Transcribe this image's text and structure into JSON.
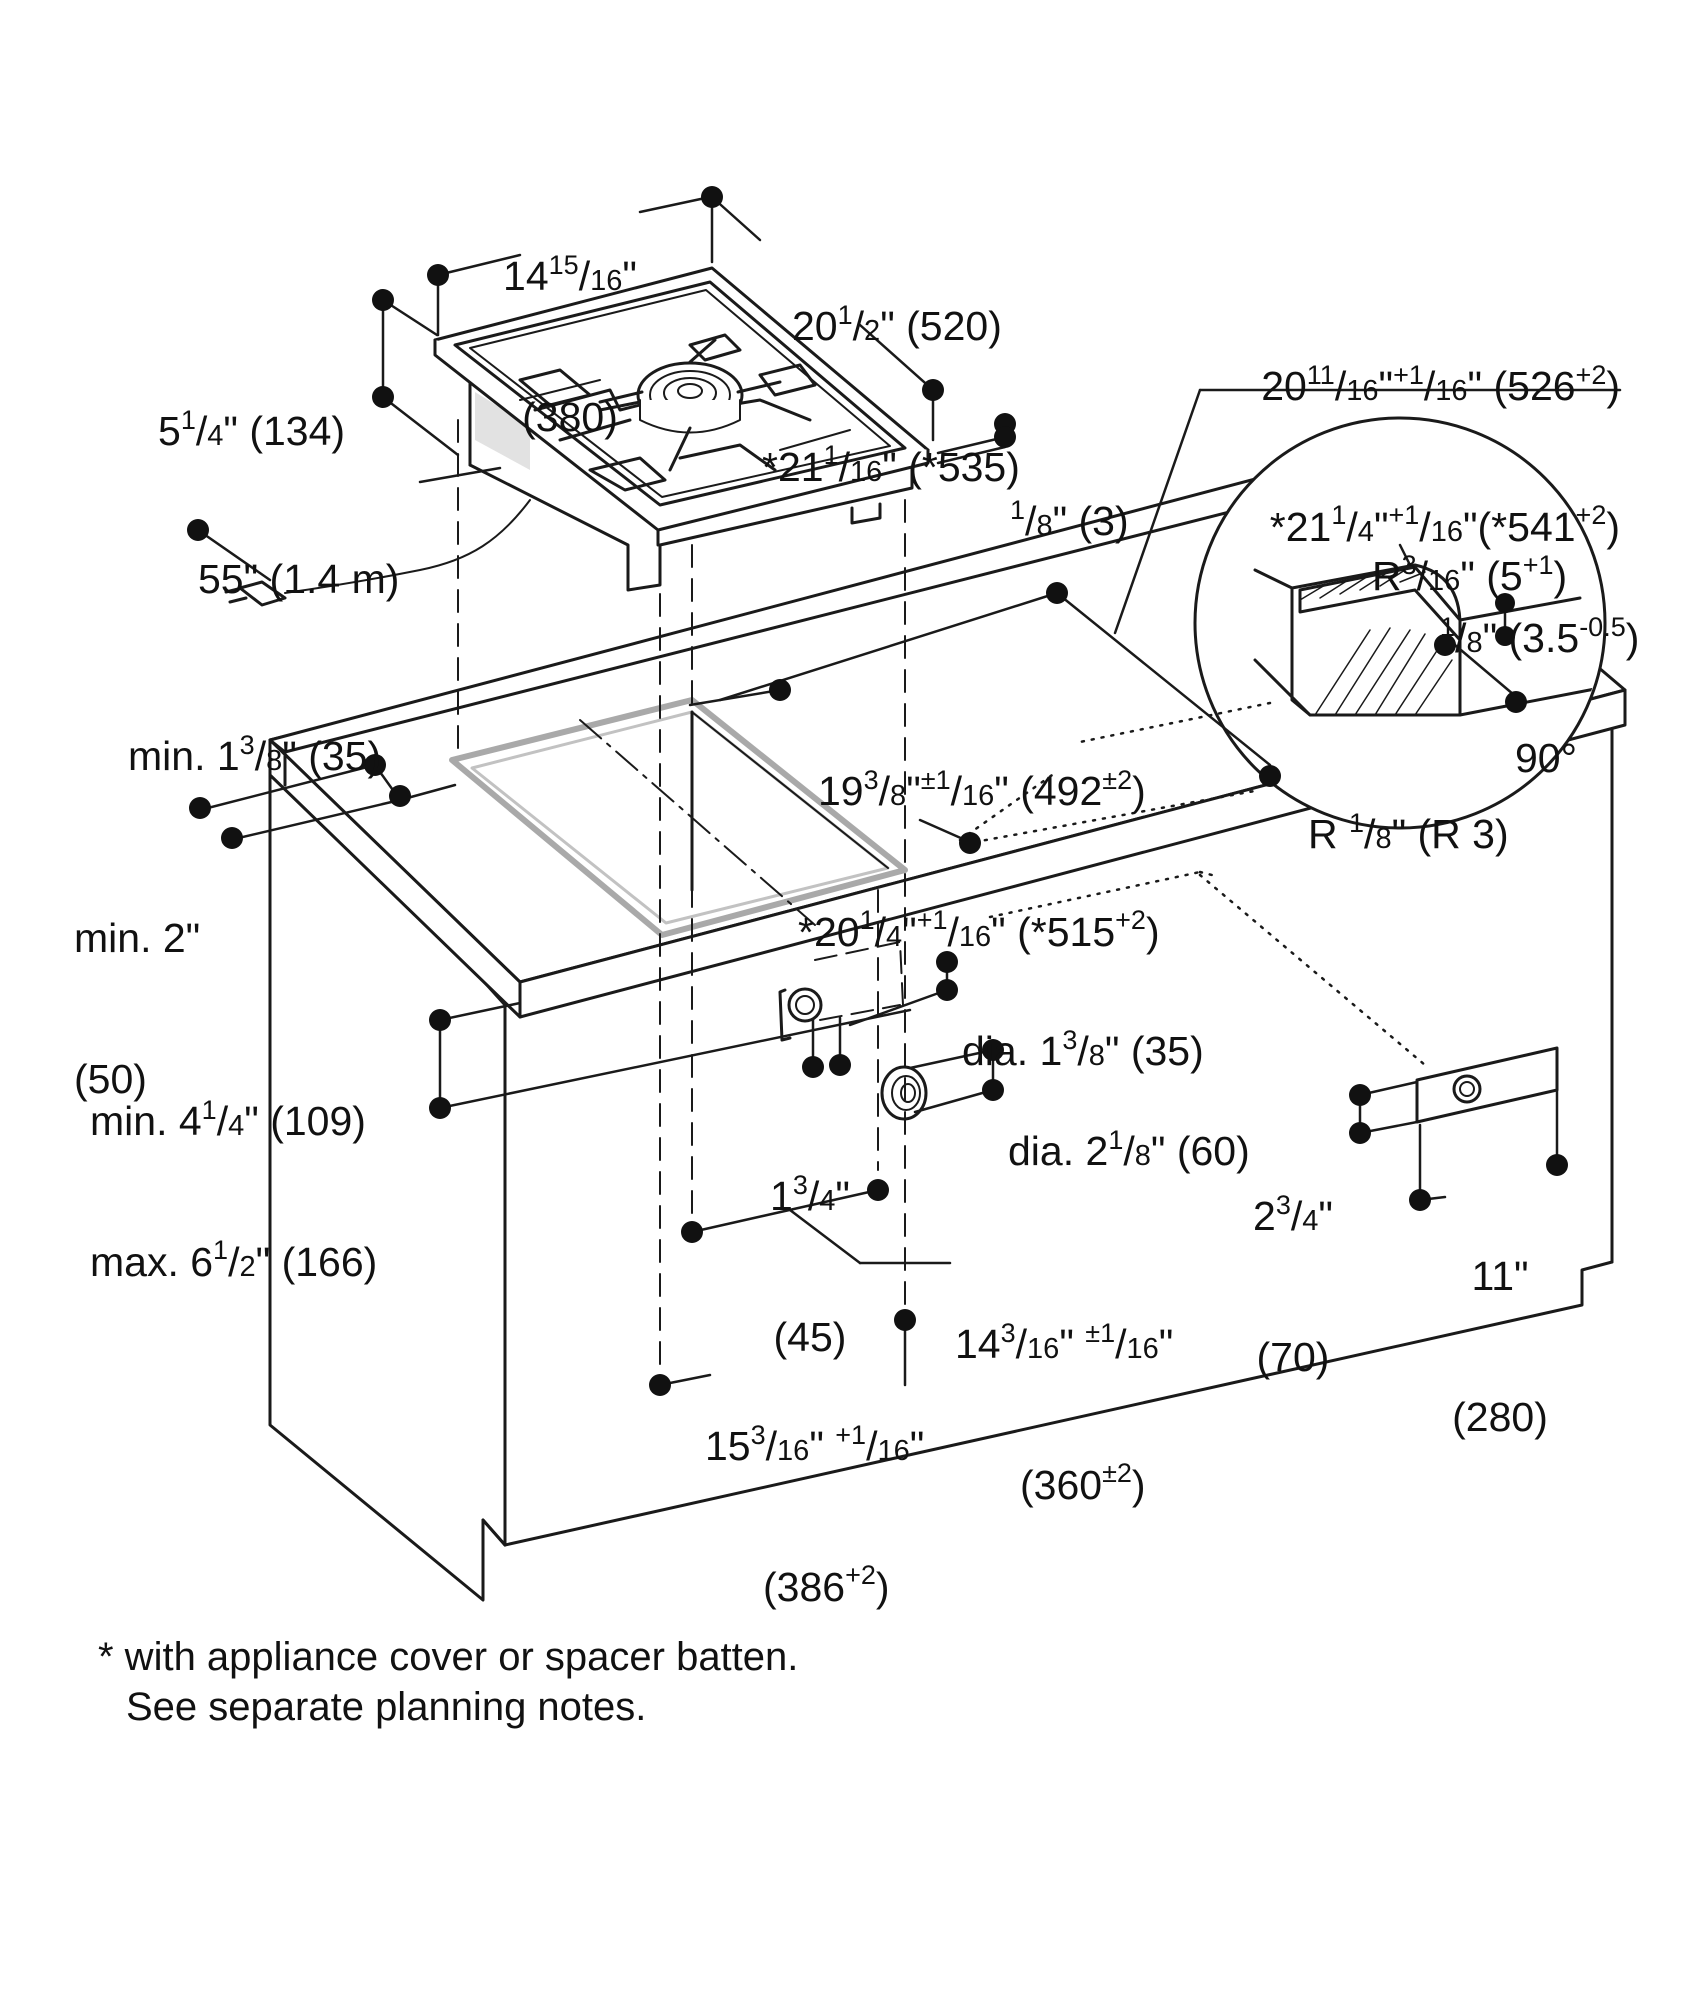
{
  "drawing": {
    "stroke_color": "#1a1a1a",
    "surface_color": "#ffffff",
    "shade_color": "#e2e2e2",
    "cutout_color": "#a9a9a9"
  },
  "labels": {
    "width_top": [
      "14",
      "15",
      "16",
      "(380)"
    ],
    "depth_top": [
      "20",
      "1",
      "2",
      "(520)",
      "*21",
      "1",
      "16",
      "(*535)"
    ],
    "height": [
      "5",
      "1",
      "4",
      "(134)"
    ],
    "cable": "55\" (1.4 m)",
    "rim": [
      "1",
      "8",
      "(3)"
    ],
    "cutout_width": [
      "20",
      "11",
      "16",
      "+1",
      "16",
      "(526",
      "+2",
      ")",
      "*21",
      "1",
      "4",
      "+1",
      "16",
      "(*541",
      "+2",
      ")"
    ],
    "min_rear": [
      "min. 1",
      "3",
      "8",
      "(35)"
    ],
    "cutout_depth": [
      "19",
      "3",
      "8",
      "±1",
      "16",
      "(492",
      "±2",
      ")",
      "*20",
      "1",
      "4",
      "+1",
      "16",
      "(*515",
      "+2",
      ")"
    ],
    "min_front": [
      "min. 2\"",
      "(50)"
    ],
    "worktop": [
      "min. 4",
      "1",
      "4",
      "(109)",
      "max. 6",
      "1",
      "2",
      "(166)"
    ],
    "dia_small": [
      "dia. 1",
      "3",
      "8",
      "(35)"
    ],
    "dia_large": [
      "dia. 2",
      "1",
      "8",
      "(60)"
    ],
    "offset": [
      "1",
      "3",
      "4",
      "(45)"
    ],
    "cabinet_inner": [
      "14",
      "3",
      "16",
      "±1",
      "16",
      "(360",
      "±2",
      ")"
    ],
    "cabinet_outer": [
      "15",
      "3",
      "16",
      "+1",
      "16",
      "(386",
      "+2",
      ")"
    ],
    "box_height": [
      "2",
      "3",
      "4",
      "(70)"
    ],
    "box_width": [
      "11\"",
      "(280)"
    ],
    "detail": [
      "R",
      "3",
      "16",
      "(5",
      "+1",
      ")",
      "1",
      "8",
      "(3.5",
      "-0.5",
      ")",
      "90°",
      "R ",
      "1",
      "8",
      "(R 3)"
    ]
  },
  "footnote": [
    "* with appliance cover or spacer batten.",
    "See separate planning notes."
  ]
}
